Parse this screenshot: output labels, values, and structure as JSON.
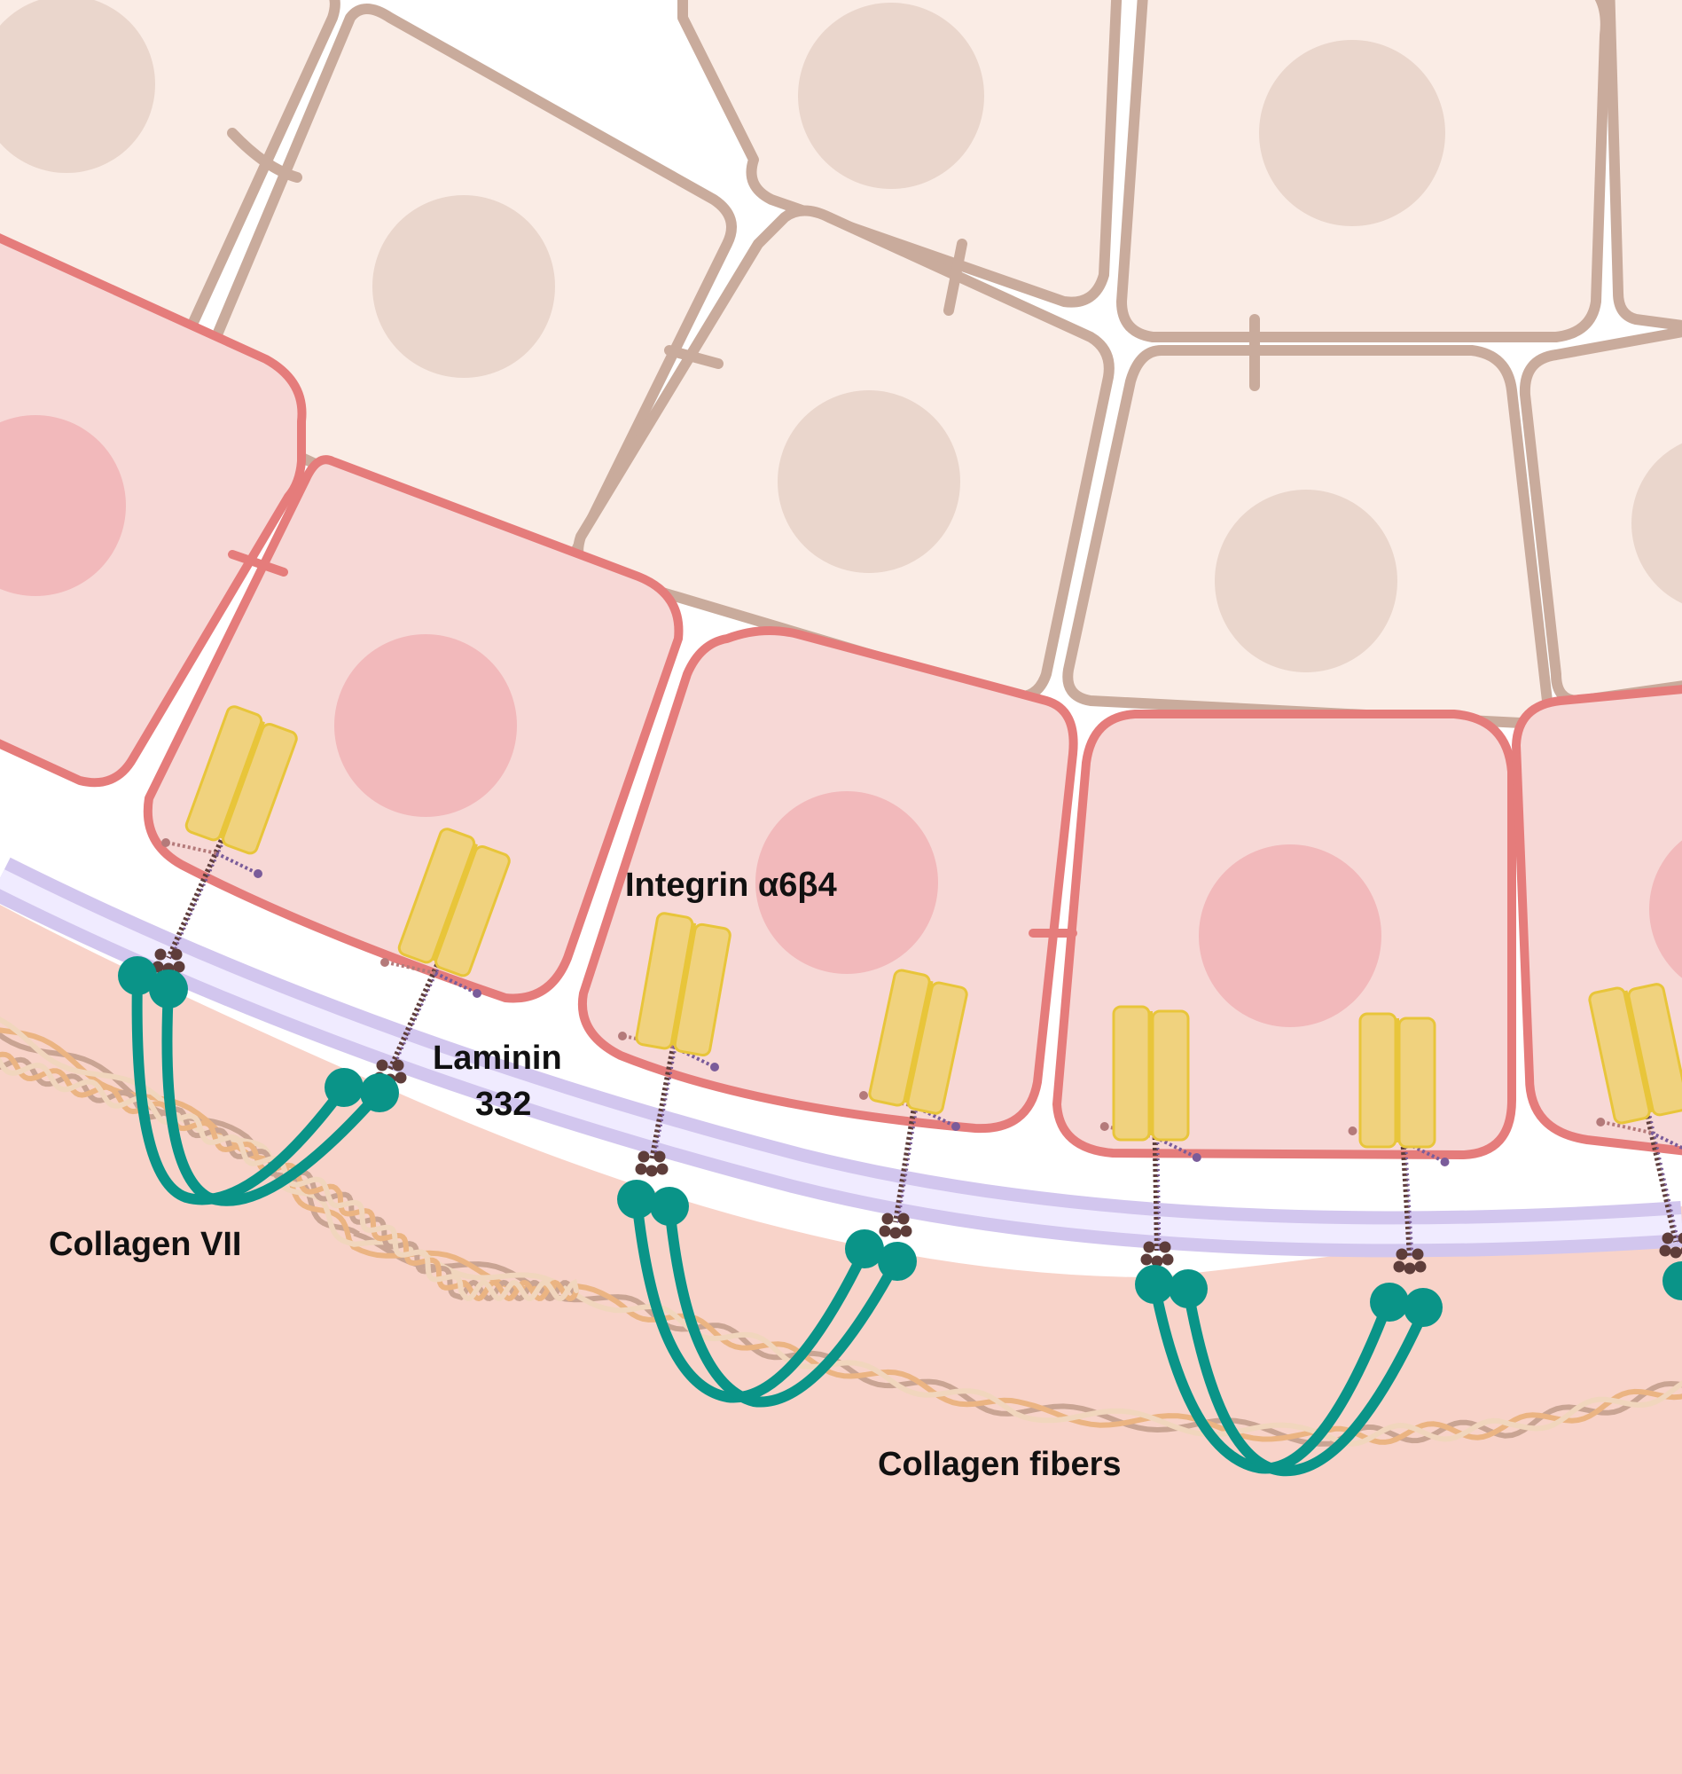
{
  "labels": {
    "integrin": "Integrin α6β4",
    "laminin_line1": "Laminin",
    "laminin_line2": "332",
    "collagen_vii": "Collagen VII",
    "collagen_fibers": "Collagen fibers"
  },
  "colors": {
    "dermis": "#f8d3c9",
    "suprabasal_cell_fill": "#faece5",
    "suprabasal_cell_stroke": "#c9ab9c",
    "suprabasal_nucleus": "#ead6cc",
    "basal_cell_fill": "#f7d8d6",
    "basal_cell_stroke": "#e57c7b",
    "basal_nucleus": "#f2b9bb",
    "integrin_fill": "#f0d27e",
    "integrin_stroke": "#e8c53a",
    "laminin_chain": "#5e3d3a",
    "laminin_purple": "#7a5c9a",
    "laminin_pink": "#b47a7a",
    "lamina_densa": "#d2c6ee",
    "lamina_densa_light": "#f0ebff",
    "collagen_vii": "#0a9488",
    "fiber_dark": "#c9a493",
    "fiber_orange": "#ebb482",
    "fiber_light": "#f1d6bd"
  }
}
